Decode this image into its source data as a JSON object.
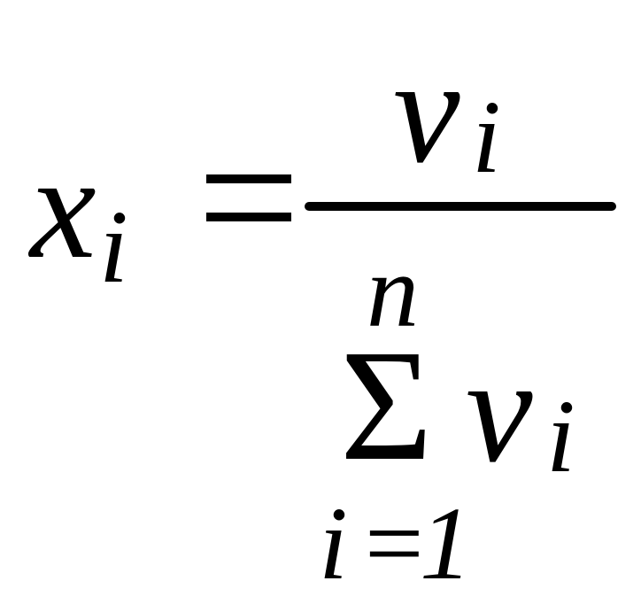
{
  "formula": {
    "lhs": {
      "variable": "x",
      "subscript": "i"
    },
    "equals": "=",
    "numerator": {
      "variable": "ν",
      "subscript": "i"
    },
    "denominator": {
      "operator": "Σ",
      "upper_limit": "n",
      "lower_limit": {
        "index": "i",
        "equals": "=",
        "value": "1"
      },
      "variable": "ν",
      "subscript": "i"
    }
  }
}
